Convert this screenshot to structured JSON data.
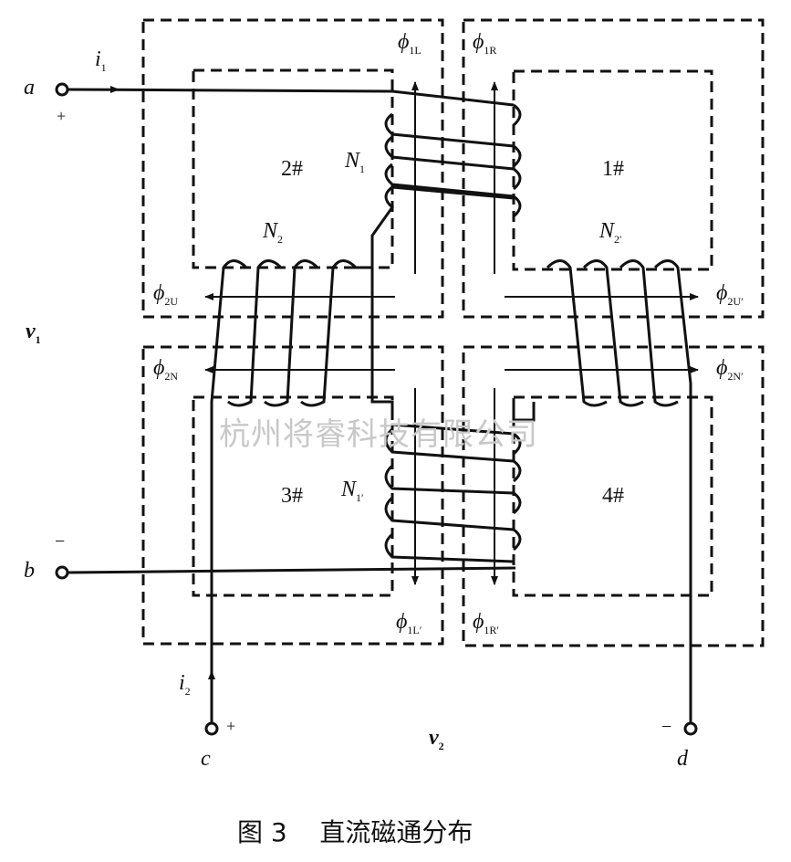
{
  "terminals": {
    "a": "a",
    "b": "b",
    "c": "c",
    "d": "d"
  },
  "signs": {
    "a": "+",
    "b": "−",
    "c": "+",
    "d": "−"
  },
  "currents": {
    "i1": "i",
    "i1_sub": "1",
    "i2": "i",
    "i2_sub": "2"
  },
  "voltages": {
    "v1": "v",
    "v1_sub": "1",
    "v2": "v",
    "v2_sub": "2"
  },
  "cores": {
    "c1": "1#",
    "c2": "2#",
    "c3": "3#",
    "c4": "4#"
  },
  "windings": {
    "N1": "N",
    "N1_sub": "1",
    "N1p": "N",
    "N1p_sub": "1′",
    "N2": "N",
    "N2_sub": "2",
    "N2p": "N",
    "N2p_sub": "2′"
  },
  "fluxes": {
    "phi": "ϕ",
    "f1L": "1L",
    "f1R": "1R",
    "f2U": "2U",
    "f2N": "2N",
    "f2Up": "2U′",
    "f2Np": "2N′",
    "f1Lp": "1L′",
    "f1Rp": "1R′"
  },
  "watermark": "杭州将睿科技有限公司",
  "caption": "图 3    直流磁通分布"
}
